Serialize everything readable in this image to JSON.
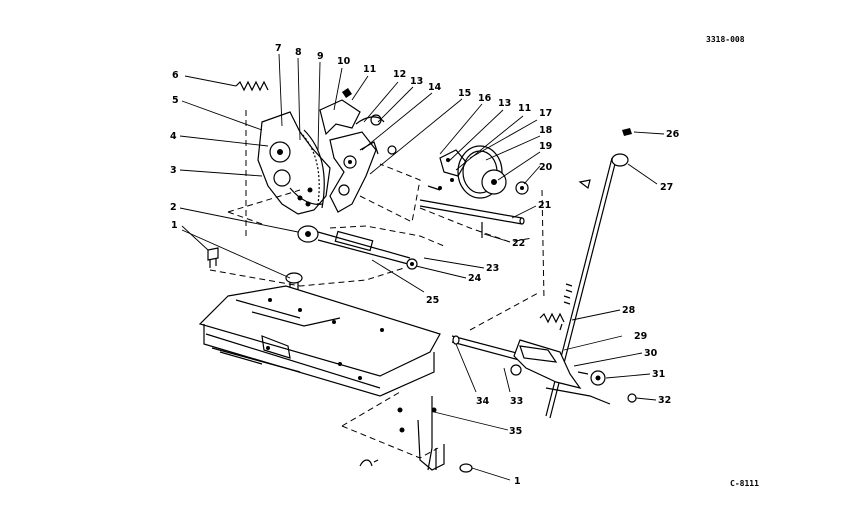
{
  "figure": {
    "drawing_number": "3318-008",
    "figure_code": "C-8111"
  },
  "callouts": [
    {
      "id": "c1a",
      "label": "1"
    },
    {
      "id": "c1b",
      "label": "1"
    },
    {
      "id": "c2",
      "label": "2"
    },
    {
      "id": "c3",
      "label": "3"
    },
    {
      "id": "c4",
      "label": "4"
    },
    {
      "id": "c5",
      "label": "5"
    },
    {
      "id": "c6",
      "label": "6"
    },
    {
      "id": "c7",
      "label": "7"
    },
    {
      "id": "c8",
      "label": "8"
    },
    {
      "id": "c9",
      "label": "9"
    },
    {
      "id": "c10",
      "label": "10"
    },
    {
      "id": "c11a",
      "label": "11"
    },
    {
      "id": "c11b",
      "label": "11"
    },
    {
      "id": "c12",
      "label": "12"
    },
    {
      "id": "c13a",
      "label": "13"
    },
    {
      "id": "c13b",
      "label": "13"
    },
    {
      "id": "c14",
      "label": "14"
    },
    {
      "id": "c15",
      "label": "15"
    },
    {
      "id": "c16",
      "label": "16"
    },
    {
      "id": "c17",
      "label": "17"
    },
    {
      "id": "c18",
      "label": "18"
    },
    {
      "id": "c19",
      "label": "19"
    },
    {
      "id": "c20",
      "label": "20"
    },
    {
      "id": "c21",
      "label": "21"
    },
    {
      "id": "c22",
      "label": "22"
    },
    {
      "id": "c23",
      "label": "23"
    },
    {
      "id": "c24",
      "label": "24"
    },
    {
      "id": "c25",
      "label": "25"
    },
    {
      "id": "c26",
      "label": "26"
    },
    {
      "id": "c27",
      "label": "27"
    },
    {
      "id": "c28",
      "label": "28"
    },
    {
      "id": "c29",
      "label": "29"
    },
    {
      "id": "c30",
      "label": "30"
    },
    {
      "id": "c31",
      "label": "31"
    },
    {
      "id": "c32",
      "label": "32"
    },
    {
      "id": "c33",
      "label": "33"
    },
    {
      "id": "c34",
      "label": "34"
    },
    {
      "id": "c35",
      "label": "35"
    }
  ]
}
